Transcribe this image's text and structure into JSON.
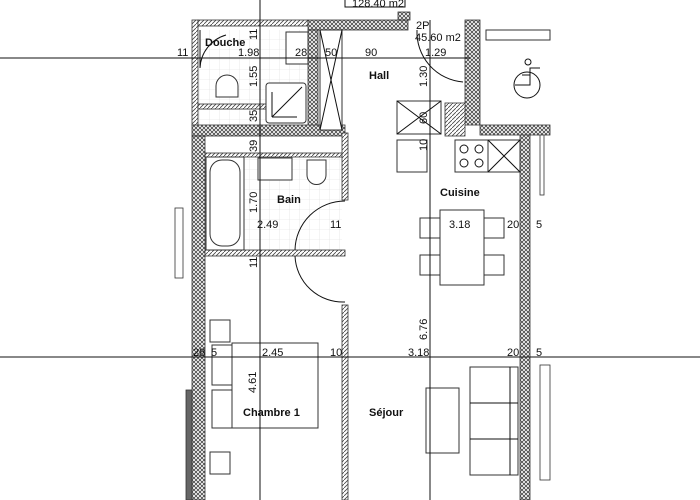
{
  "plan": {
    "area_total": "128.40 m2",
    "unit_type": "2P",
    "unit_area": "45.60 m2",
    "colors": {
      "lines": "#111111",
      "walls": "#555555",
      "background": "#ffffff"
    },
    "rooms": {
      "douche": "Douche",
      "hall": "Hall",
      "bain": "Bain",
      "cuisine": "Cuisine",
      "chambre": "Chambre 1",
      "sejour": "Séjour"
    },
    "dims_top": [
      "11",
      "1.98",
      "28",
      "50",
      "90",
      "1.29"
    ],
    "dims_mid": [
      "2.49",
      "11",
      "3.18",
      "20",
      "5"
    ],
    "dims_bottom": [
      "28",
      "5",
      "2.45",
      "10",
      "3.18",
      "20",
      "5"
    ],
    "dims_vertical_left": [
      "11",
      "1.55",
      "35",
      "39",
      "1.70",
      "11",
      "4.61"
    ],
    "dims_vertical_right": [
      "1.30",
      "60",
      "10",
      "6.76"
    ],
    "icons": [
      "wheelchair-icon",
      "stove-icon",
      "shower-icon",
      "bathtub-icon",
      "toilet-icon",
      "sink-icon",
      "bed-icon",
      "sofa-icon",
      "dining-table-icon"
    ]
  }
}
